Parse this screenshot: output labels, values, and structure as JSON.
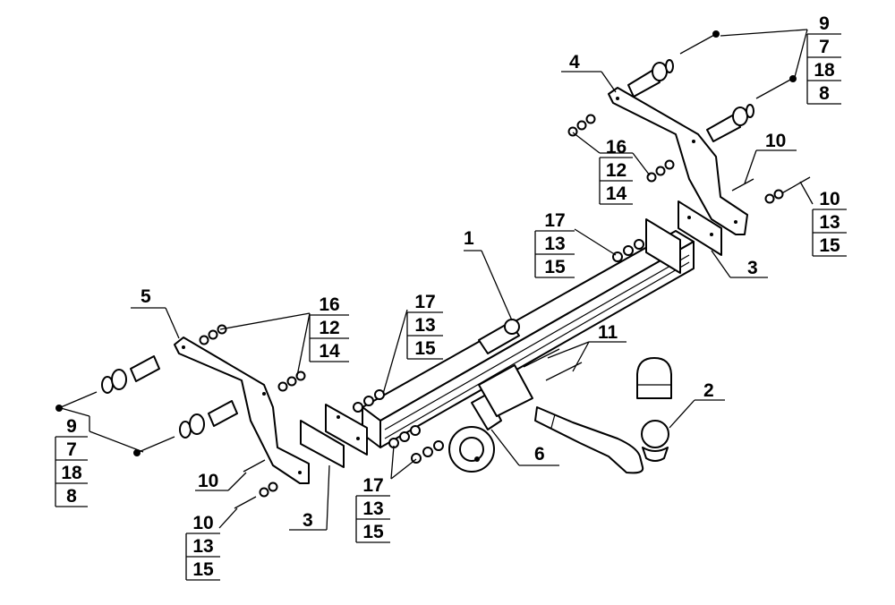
{
  "diagram": {
    "callouts": {
      "c1": {
        "text": "1"
      },
      "c2": {
        "text": "2"
      },
      "c3r": {
        "text": "3"
      },
      "c3l": {
        "text": "3"
      },
      "c4": {
        "text": "4"
      },
      "c5": {
        "text": "5"
      },
      "c6": {
        "text": "6"
      },
      "c11": {
        "text": "11"
      },
      "c10r": {
        "text": "10"
      },
      "c10l": {
        "text": "10"
      }
    },
    "stacks": {
      "s9r": [
        "9",
        "7",
        "18",
        "8"
      ],
      "s16r": [
        "16",
        "12",
        "14"
      ],
      "s10r": [
        "10",
        "13",
        "15"
      ],
      "s17r": [
        "17",
        "13",
        "15"
      ],
      "s16l": [
        "16",
        "12",
        "14"
      ],
      "s17m": [
        "17",
        "13",
        "15"
      ],
      "s9l": [
        "9",
        "7",
        "18",
        "8"
      ],
      "s10l": [
        "10",
        "13",
        "15"
      ],
      "s17b": [
        "17",
        "13",
        "15"
      ]
    }
  }
}
